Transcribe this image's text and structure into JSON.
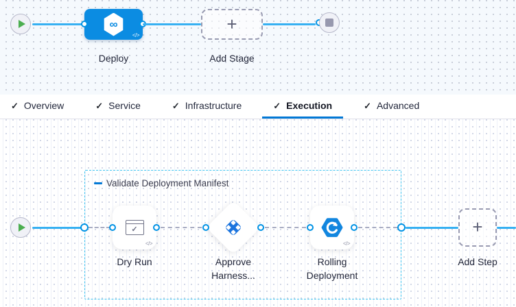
{
  "glyphs": {
    "plus": "+",
    "yaml": "</>",
    "check": "✓",
    "infinity": "∞"
  },
  "stage_pipeline": {
    "stage_label": "Deploy",
    "add_stage_label": "Add Stage"
  },
  "tabs": [
    {
      "label": "Overview",
      "checked": true,
      "active": false
    },
    {
      "label": "Service",
      "checked": true,
      "active": false
    },
    {
      "label": "Infrastructure",
      "checked": true,
      "active": false
    },
    {
      "label": "Execution",
      "checked": true,
      "active": true
    },
    {
      "label": "Advanced",
      "checked": true,
      "active": false
    }
  ],
  "execution": {
    "group_label": "Validate Deployment Manifest",
    "steps": [
      {
        "label": "Dry Run",
        "icon": "dry-run-manifest-icon"
      },
      {
        "label": "Approve Harness...",
        "icon": "harness-approval-icon"
      },
      {
        "label": "Rolling Deployment",
        "icon": "rolling-deployment-icon"
      }
    ],
    "add_step_label": "Add Step"
  },
  "colors": {
    "accent_blue": "#0278d5",
    "node_blue": "#0b8ce2",
    "connector_blue": "#36b0f2",
    "port_blue": "#0092e4",
    "group_border_cyan": "#3cc3f0",
    "play_green": "#4cae50",
    "stop_gray": "#9798ae"
  }
}
